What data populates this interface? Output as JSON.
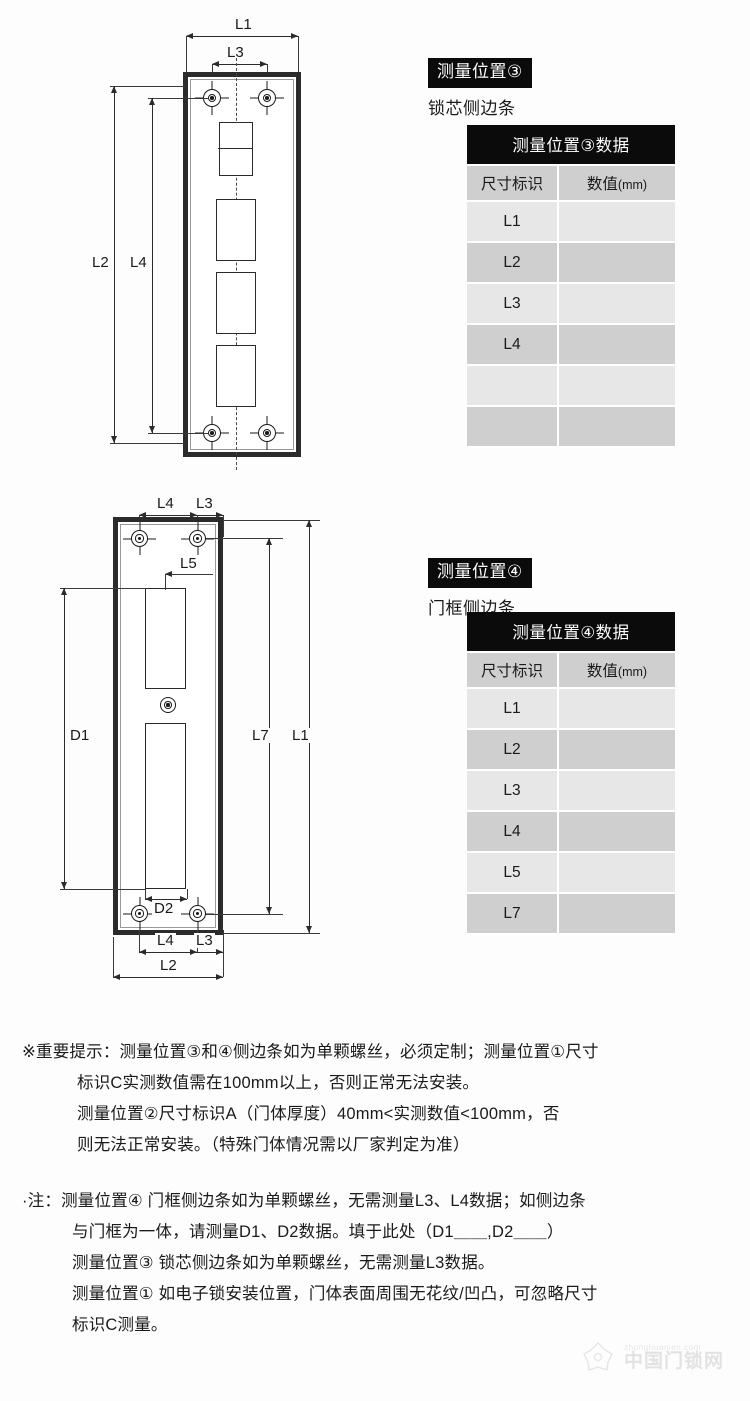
{
  "diagram_top": {
    "name": "lock-cylinder-side-strip-drawing",
    "labels": {
      "l1": "L1",
      "l3": "L3",
      "l2": "L2",
      "l4": "L4"
    }
  },
  "diagram_bottom": {
    "name": "door-frame-side-strip-drawing",
    "labels": {
      "l4_top": "L4",
      "l3_top": "L3",
      "l5": "L5",
      "d1": "D1",
      "l7": "L7",
      "l1": "L1",
      "d2": "D2",
      "l4_bottom": "L4",
      "l3_bottom": "L3",
      "l2": "L2"
    }
  },
  "panel3": {
    "tag": "测量位置③",
    "subtitle": "锁芯侧边条",
    "table": {
      "title": "测量位置③数据",
      "columns": [
        "尺寸标识",
        "数值(mm)"
      ],
      "unit_suffix": "(mm)",
      "col1_header": "尺寸标识",
      "col2_header": "数值",
      "rows": [
        {
          "label": "L1",
          "value": ""
        },
        {
          "label": "L2",
          "value": ""
        },
        {
          "label": "L3",
          "value": ""
        },
        {
          "label": "L4",
          "value": ""
        },
        {
          "label": "",
          "value": ""
        },
        {
          "label": "",
          "value": ""
        }
      ]
    }
  },
  "panel4": {
    "tag": "测量位置④",
    "subtitle": "门框侧边条",
    "table": {
      "title": "测量位置④数据",
      "columns": [
        "尺寸标识",
        "数值(mm)"
      ],
      "unit_suffix": "(mm)",
      "col1_header": "尺寸标识",
      "col2_header": "数值",
      "rows": [
        {
          "label": "L1",
          "value": ""
        },
        {
          "label": "L2",
          "value": ""
        },
        {
          "label": "L3",
          "value": ""
        },
        {
          "label": "L4",
          "value": ""
        },
        {
          "label": "L5",
          "value": ""
        },
        {
          "label": "L7",
          "value": ""
        }
      ]
    }
  },
  "important_notice": {
    "lines": [
      "※重要提示：测量位置③和④侧边条如为单颗螺丝，必须定制；测量位置①尺寸",
      "标识C实测数值需在100mm以上，否则正常无法安装。",
      "测量位置②尺寸标识A（门体厚度）40mm<实测数值<100mm，否",
      "则无法正常安装。（特殊门体情况需以厂家判定为准）"
    ]
  },
  "notes": {
    "lines": [
      "·注：测量位置④ 门框侧边条如为单颗螺丝，无需测量L3、L4数据；如侧边条",
      "与门框为一体，请测量D1、D2数据。填于此处（D1＿＿,D2＿＿）",
      "测量位置③ 锁芯侧边条如为单颗螺丝，无需测量L3数据。",
      "测量位置① 如电子锁安装位置，门体表面周围无花纹/凹凸，可忽略尺寸",
      "标识C测量。"
    ]
  },
  "watermark": {
    "en": "zhonghuamen.com",
    "cn": "中国门锁网"
  },
  "colors": {
    "background": "#fdfdfd",
    "black_banner": "#0b0b0b",
    "row_light": "#e7e7e7",
    "row_dark": "#cfcfcf",
    "line": "#2b2b2b"
  }
}
